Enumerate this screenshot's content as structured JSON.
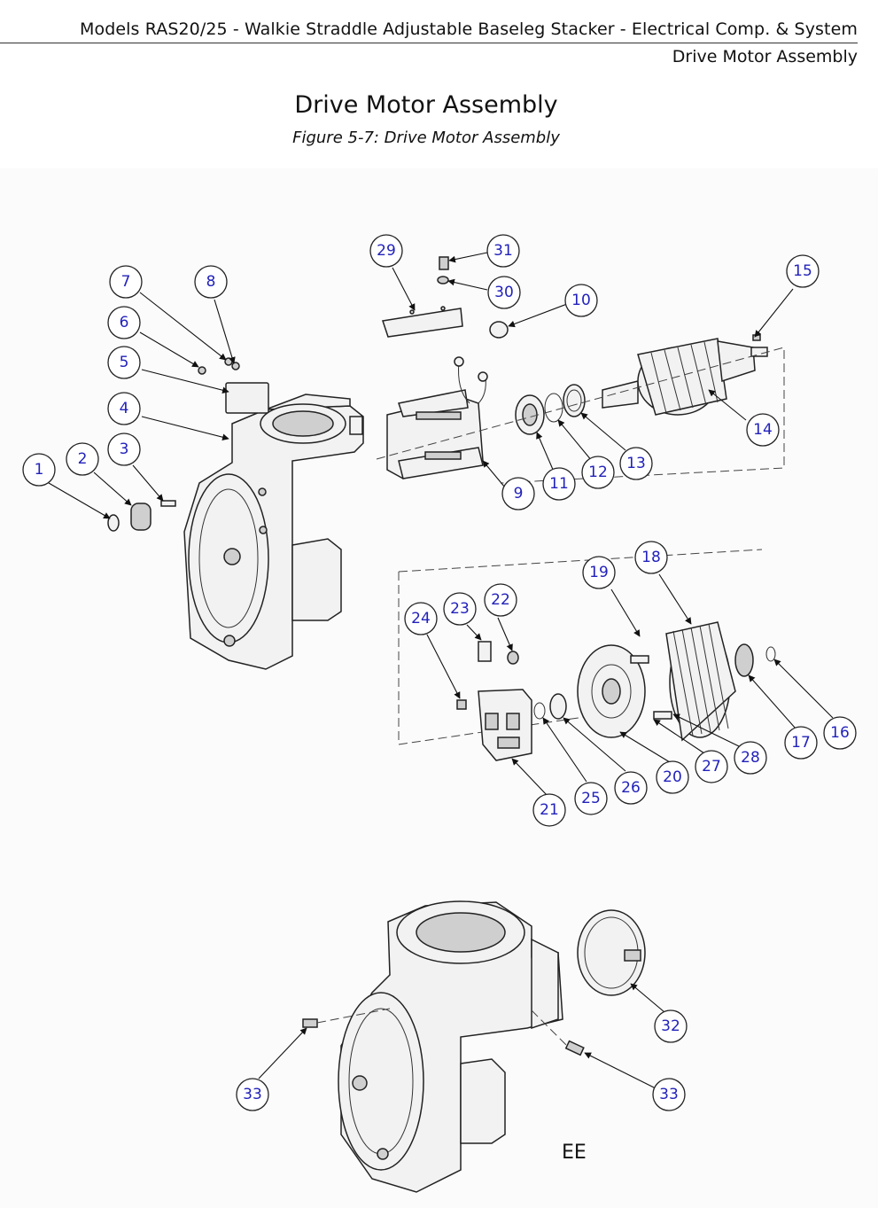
{
  "header": {
    "title": "Models RAS20/25 - Walkie Straddle Adjustable Baseleg Stacker - Electrical Comp. & System",
    "subtitle": "Drive Motor Assembly"
  },
  "page": {
    "title": "Drive Motor Assembly",
    "caption": "Figure 5-7: Drive Motor Assembly"
  },
  "diagram": {
    "callouts": [
      "1",
      "2",
      "3",
      "4",
      "5",
      "6",
      "7",
      "8",
      "9",
      "10",
      "11",
      "12",
      "13",
      "14",
      "15",
      "16",
      "17",
      "18",
      "19",
      "20",
      "21",
      "22",
      "23",
      "24",
      "25",
      "26",
      "27",
      "28",
      "29",
      "30",
      "31",
      "32",
      "33"
    ],
    "view_mark": "EE",
    "colors": {
      "callout_text": "#2222bb",
      "line": "#222222"
    }
  }
}
